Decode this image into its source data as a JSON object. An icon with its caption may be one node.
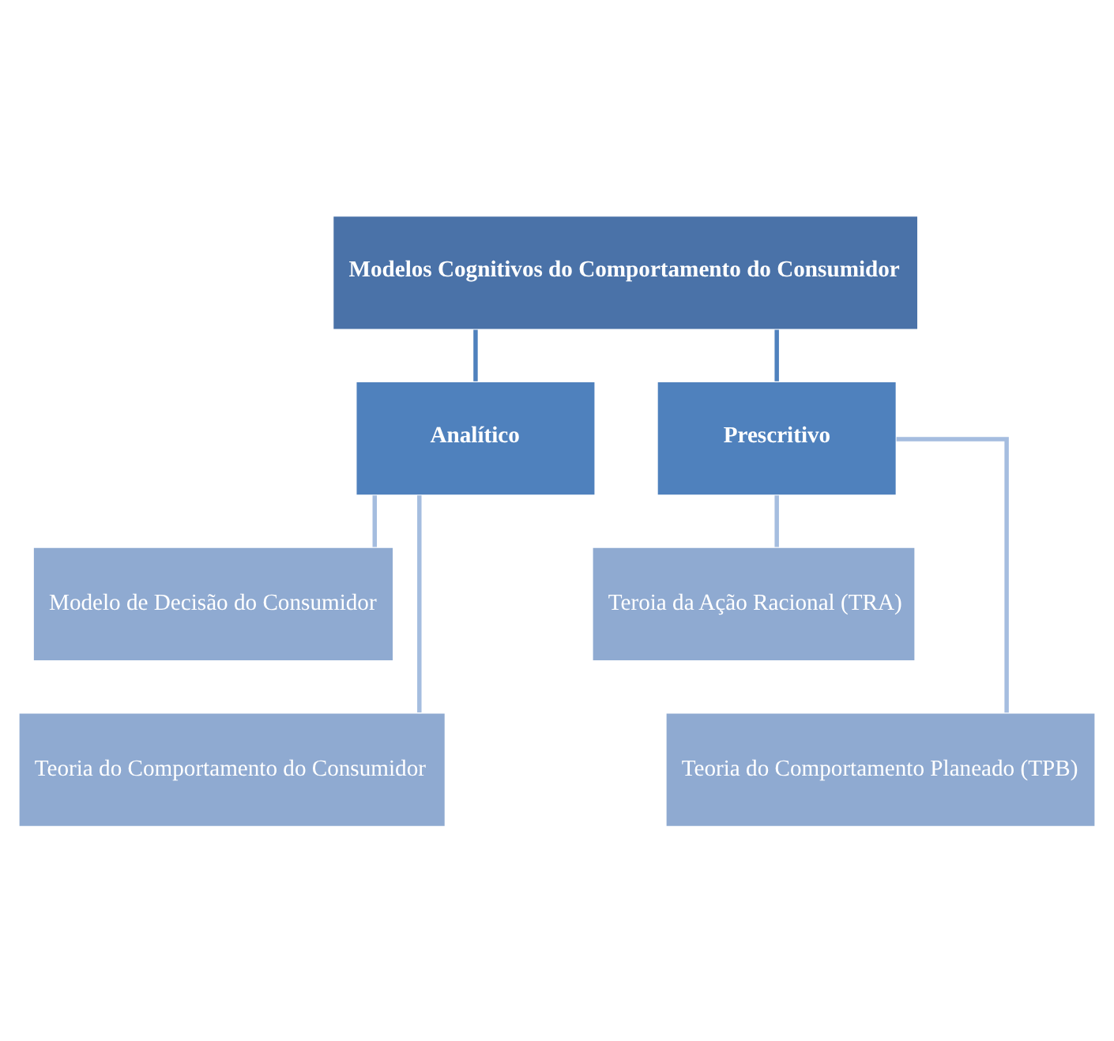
{
  "diagram": {
    "nodes": [
      {
        "text": [
          "Modelos Cognitivos do Comportamento do Consumidor"
        ]
      },
      {
        "text": [
          "Analítico"
        ]
      },
      {
        "text": [
          "Prescritivo"
        ]
      },
      {
        "text": [
          "Modelo de Decisão do Consumidor"
        ]
      },
      {
        "text": [
          "Teoria do Comportamento do Consumidor"
        ]
      },
      {
        "text": [
          "Teroia da Ação Racional (TRA)"
        ]
      },
      {
        "text": [
          "Teoria do Comportamento Planeado (TPB)"
        ]
      }
    ],
    "edges": [
      {
        "from": 0,
        "to": 1,
        "arrow": "none",
        "color": "#4f81bd"
      },
      {
        "from": 0,
        "to": 2,
        "arrow": "none",
        "color": "#4f81bd"
      },
      {
        "from": 1,
        "to": 3,
        "arrow": "none"
      },
      {
        "from": 1,
        "to": 4,
        "arrow": "none"
      },
      {
        "from": 2,
        "to": 5,
        "arrow": "none"
      },
      {
        "from": 2,
        "to": 6,
        "arrow": "none"
      }
    ]
  }
}
